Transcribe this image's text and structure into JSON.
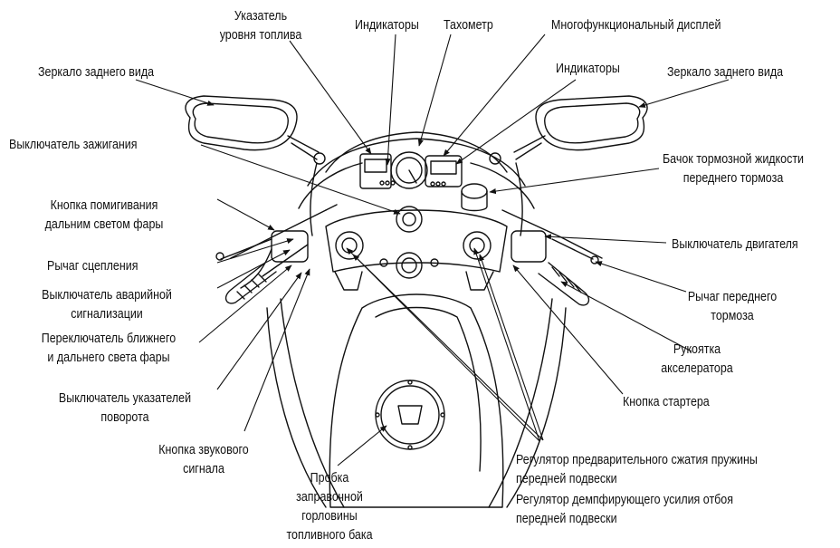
{
  "labels": {
    "fuel_gauge": [
      "Указатель",
      "уровня топлива"
    ],
    "indicators_top": "Индикаторы",
    "tachometer": "Тахометр",
    "multifunction_display": "Многофункциональный дисплей",
    "indicators_right": "Индикаторы",
    "mirror_left": "Зеркало заднего вида",
    "mirror_right": "Зеркало заднего вида",
    "ignition_switch": "Выключатель зажигания",
    "brake_fluid_reservoir": [
      "Бачок тормозной жидкости",
      "переднего тормоза"
    ],
    "passing_button": [
      "Кнопка помигивания",
      "дальним светом фары"
    ],
    "engine_stop_switch": "Выключатель двигателя",
    "clutch_lever": "Рычаг сцепления",
    "hazard_switch": [
      "Выключатель аварийной",
      "сигнализации"
    ],
    "front_brake_lever": [
      "Рычаг переднего",
      "тормоза"
    ],
    "dimmer_switch": [
      "Переключатель ближнего",
      "и дальнего света фары"
    ],
    "throttle_grip": [
      "Рукоятка",
      "акселератора"
    ],
    "turn_signal_switch": [
      "Выключатель указателей",
      "поворота"
    ],
    "start_button": "Кнопка стартера",
    "horn_button": [
      "Кнопка звукового",
      "сигнала"
    ],
    "fuel_cap": [
      "Пробка",
      "заправочной",
      "горловины",
      "топливного бака"
    ],
    "preload_adjuster": [
      "Регулятор предварительного сжатия пружины",
      "передней подвески"
    ],
    "rebound_adjuster": [
      "Регулятор демпфирующего усилия отбоя",
      "передней подвески"
    ]
  }
}
